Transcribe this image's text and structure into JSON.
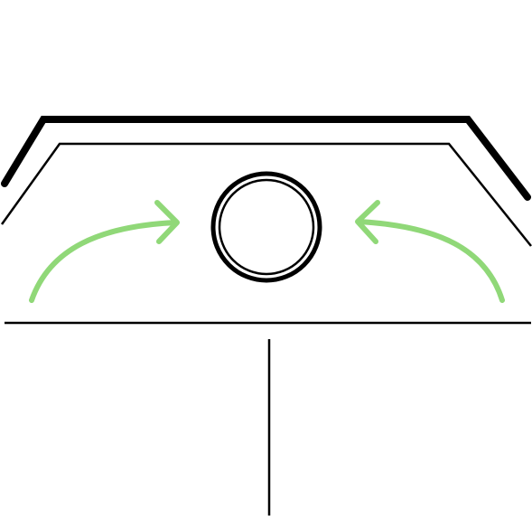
{
  "diagram": {
    "colors": {
      "background": "#ffffff",
      "outline": "#000000",
      "arrow": "#90d878"
    },
    "parts": [
      "outer-bezel",
      "inner-panel",
      "center-button",
      "left-arrow",
      "right-arrow",
      "base-line",
      "stem-line"
    ],
    "icon": {
      "center": "circle-button-icon",
      "left_arrow": "curved-arrow-right-icon",
      "right_arrow": "curved-arrow-left-icon"
    }
  }
}
